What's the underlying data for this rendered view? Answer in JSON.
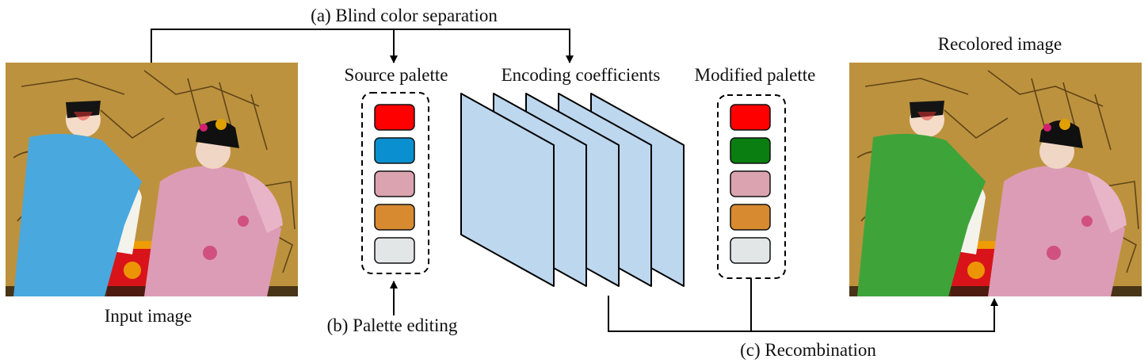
{
  "labels": {
    "blind_color_separation": "(a) Blind color separation",
    "source_palette": "Source palette",
    "encoding_coefficients": "Encoding coefficients",
    "modified_palette": "Modified palette",
    "recolored_image": "Recolored image",
    "input_image": "Input image",
    "palette_editing": "(b) Palette editing",
    "recombination": "(c) Recombination"
  },
  "palettes": {
    "source": [
      "#ff0000",
      "#0a8fd0",
      "#dba3b0",
      "#d88a30",
      "#e2e6e6"
    ],
    "modified": [
      "#ff0000",
      "#0a7e10",
      "#dba3b0",
      "#d88a30",
      "#e2e6e6"
    ]
  },
  "coefficient_layers": 5,
  "colors": {
    "layer_fill": "#bcd7ee",
    "line": "#000000",
    "robe_original": "#49a8de",
    "robe_recolored": "#3ea43a"
  }
}
